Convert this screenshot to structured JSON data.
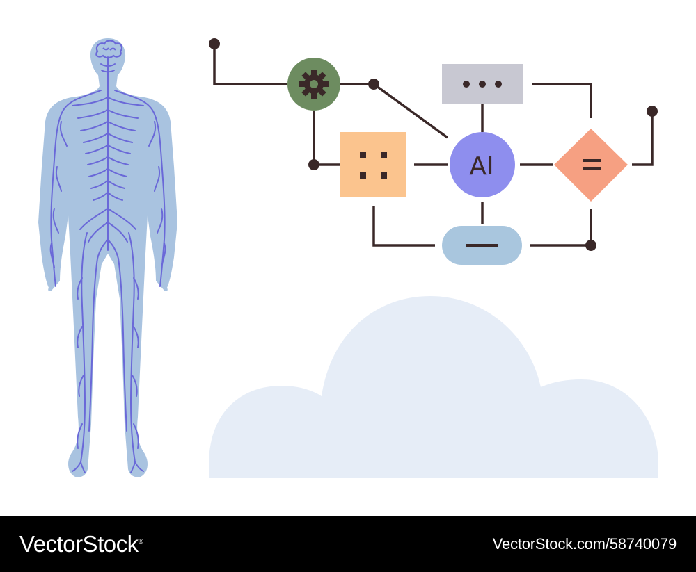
{
  "illustration": {
    "ai_label": "AI",
    "icons": {
      "figure": "human-nervous-system",
      "brain": "brain-icon",
      "gear": "gear-icon",
      "dots": "ellipsis-icon",
      "grid": "four-dots-icon",
      "equals": "equals-icon",
      "minus": "minus-icon",
      "cloud": "cloud-icon"
    }
  },
  "footer": {
    "brand": "VectorStock",
    "registered_mark": "®",
    "image_id": "VectorStock.com/58740079"
  },
  "colors": {
    "body_fill": "#a9c3e0",
    "nerve": "#6a68d8",
    "wire": "#3a2828",
    "gear_node": "#6d8c60",
    "dots_box": "#c8c8d2",
    "grid_box": "#fbc48e",
    "ai_circle": "#8e8eee",
    "decision": "#f6a082",
    "pill": "#a9c6de",
    "cloud": "#e6edf7",
    "footer_bg": "#000000",
    "footer_text": "#ffffff"
  }
}
